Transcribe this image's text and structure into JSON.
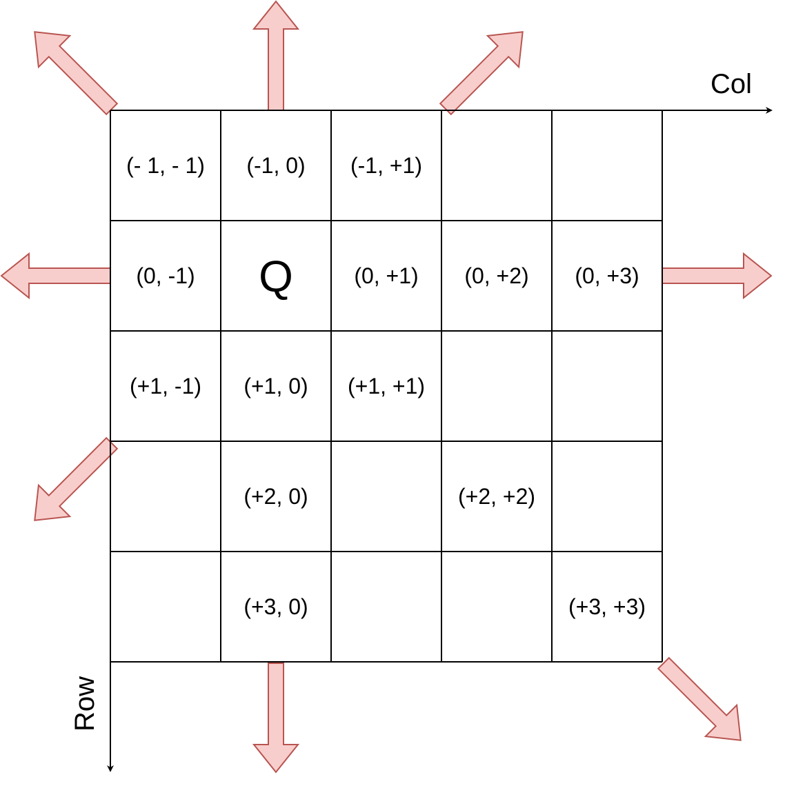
{
  "board": {
    "rows": 5,
    "cols": 5,
    "queen": {
      "row": 1,
      "col": 1,
      "label": "Q"
    },
    "cells": [
      {
        "row": 0,
        "col": 0,
        "label": "(- 1, - 1)"
      },
      {
        "row": 0,
        "col": 1,
        "label": "(-1, 0)"
      },
      {
        "row": 0,
        "col": 2,
        "label": "(-1, +1)"
      },
      {
        "row": 1,
        "col": 0,
        "label": "(0, -1)"
      },
      {
        "row": 1,
        "col": 2,
        "label": "(0, +1)"
      },
      {
        "row": 1,
        "col": 3,
        "label": "(0, +2)"
      },
      {
        "row": 1,
        "col": 4,
        "label": "(0, +3)"
      },
      {
        "row": 2,
        "col": 0,
        "label": "(+1, -1)"
      },
      {
        "row": 2,
        "col": 1,
        "label": "(+1, 0)"
      },
      {
        "row": 2,
        "col": 2,
        "label": "(+1, +1)"
      },
      {
        "row": 3,
        "col": 1,
        "label": "(+2, 0)"
      },
      {
        "row": 3,
        "col": 3,
        "label": "(+2, +2)"
      },
      {
        "row": 4,
        "col": 1,
        "label": "(+3, 0)"
      },
      {
        "row": 4,
        "col": 4,
        "label": "(+3, +3)"
      }
    ]
  },
  "axes": {
    "col_label": "Col",
    "row_label": "Row"
  },
  "direction_arrows": [
    "up-left",
    "up",
    "up-right",
    "left",
    "right",
    "down-left",
    "down",
    "down-right"
  ],
  "colors": {
    "grid_line": "#000000",
    "arrow_fill": "#f8cecc",
    "arrow_stroke": "#b85450",
    "text": "#000000"
  }
}
